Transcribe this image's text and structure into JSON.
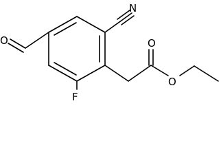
{
  "atoms": {
    "nitrile_n": "N",
    "aldehyde_o": "O",
    "fluorine": "F",
    "carbonyl_o": "O",
    "ester_o": "O"
  }
}
